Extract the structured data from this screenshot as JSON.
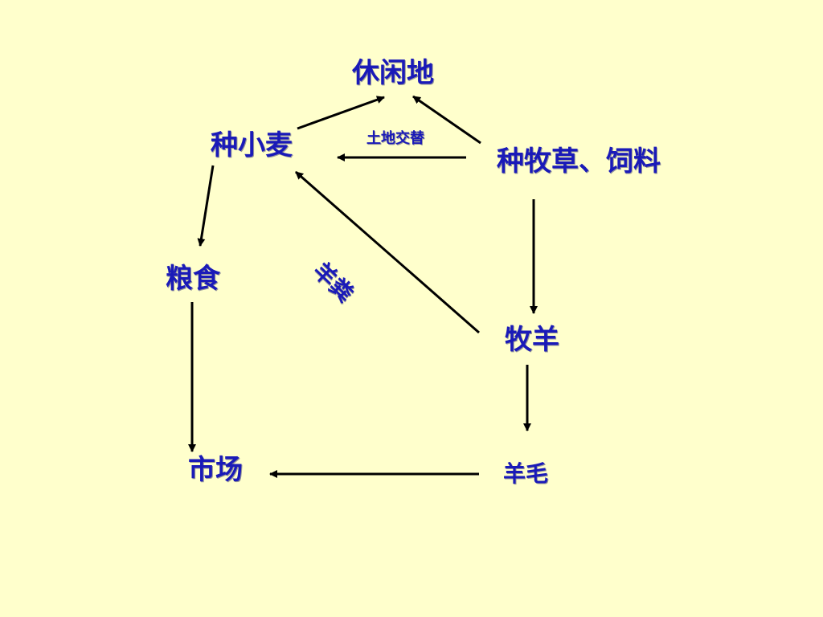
{
  "nodes": {
    "fallow": "休闲地",
    "wheat": "种小麦",
    "forage": "种牧草、饲料",
    "grain": "粮食",
    "sheep": "牧羊",
    "market": "市场",
    "wool": "羊毛"
  },
  "labels": {
    "rotation": "土地交替",
    "manure": "羊粪"
  },
  "colors": {
    "background": "#ffffcc",
    "text": "#1a1ab8",
    "arrow": "#000000"
  }
}
